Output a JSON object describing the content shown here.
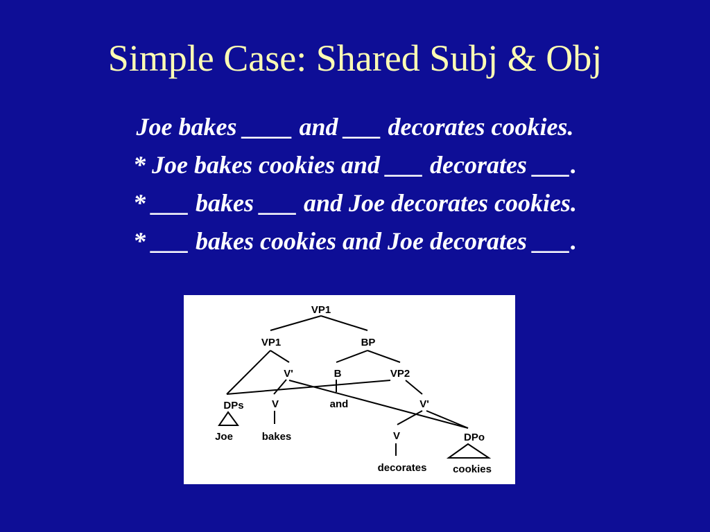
{
  "slide": {
    "title": "Simple Case: Shared Subj & Obj",
    "sentences": [
      "Joe bakes ____ and ___ decorates cookies.",
      "* Joe bakes cookies and ___ decorates ___.",
      "* ___ bakes ___ and Joe decorates cookies.",
      "* ___ bakes cookies and Joe decorates ___."
    ]
  },
  "tree": {
    "nodes": {
      "vp1_root": "VP1",
      "vp1_inner": "VP1",
      "bp": "BP",
      "vbar1": "V'",
      "b": "B",
      "vp2": "VP2",
      "dps": "DPs",
      "v1": "V",
      "and": "and",
      "vbar2": "V'",
      "joe": "Joe",
      "bakes": "bakes",
      "v2": "V",
      "dpo": "DPo",
      "decorates": "decorates",
      "cookies": "cookies"
    }
  },
  "colors": {
    "background": "#0E0E96",
    "title": "#FFFFB4",
    "text": "#FFFFFF",
    "diagram_bg": "#FFFFFF"
  }
}
